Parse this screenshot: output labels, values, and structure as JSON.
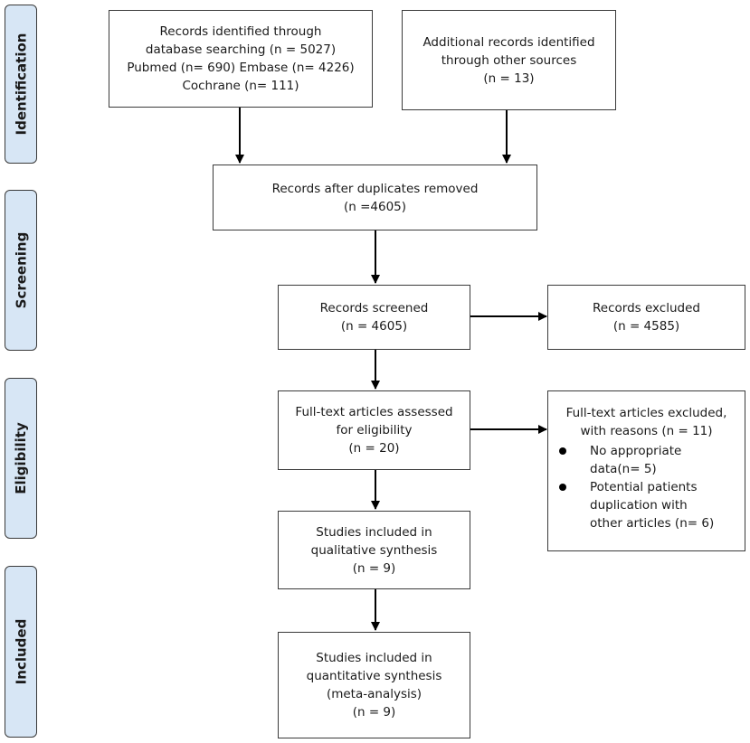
{
  "phases": {
    "identification": "Identification",
    "screening": "Screening",
    "eligibility": "Eligibility",
    "included": "Included"
  },
  "boxes": {
    "db_search": {
      "lines": [
        "Records identified through",
        "database searching (n = 5027)",
        "Pubmed (n= 690) Embase (n= 4226)",
        "Cochrane (n= 111)"
      ]
    },
    "other_sources": {
      "lines": [
        "Additional records identified",
        "through other sources",
        "(n = 13)"
      ]
    },
    "after_duplicates": {
      "lines": [
        "Records after duplicates removed",
        "(n =4605)"
      ]
    },
    "screened": {
      "lines": [
        "Records screened",
        "(n = 4605)"
      ]
    },
    "excluded": {
      "lines": [
        "Records excluded",
        "(n = 4585)"
      ]
    },
    "fulltext": {
      "lines": [
        "Full-text articles assessed",
        "for eligibility",
        "(n = 20)"
      ]
    },
    "fulltext_excluded": {
      "head": [
        "Full-text articles excluded,",
        "with reasons (n = 11)"
      ],
      "reasons": [
        {
          "lines": [
            "No appropriate",
            "data(n= 5)"
          ]
        },
        {
          "lines": [
            "Potential patients",
            "duplication with",
            "other articles (n= 6)"
          ]
        }
      ]
    },
    "qualitative": {
      "lines": [
        "Studies included in",
        "qualitative synthesis",
        "(n = 9)"
      ]
    },
    "quantitative": {
      "lines": [
        "Studies included in",
        "quantitative synthesis",
        "(meta-analysis)",
        "(n = 9)"
      ]
    }
  }
}
